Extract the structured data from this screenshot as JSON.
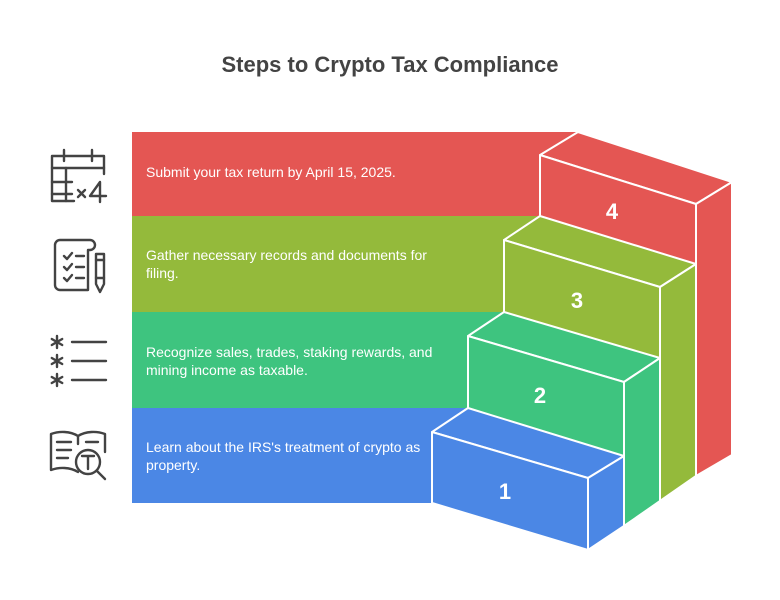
{
  "title": "Steps to Crypto Tax Compliance",
  "colors": {
    "step1": "#4b87e5",
    "step2": "#3ec47f",
    "step3": "#94ba3b",
    "step4": "#e45653",
    "icon": "#434343",
    "title": "#434343"
  },
  "steps": [
    {
      "number": "1",
      "text": "Learn about the IRS's treatment of crypto as property.",
      "icon": "book-search-icon"
    },
    {
      "number": "2",
      "text": "Recognize sales, trades, staking rewards, and mining income as taxable.",
      "icon": "asterisk-list-icon"
    },
    {
      "number": "3",
      "text": "Gather necessary records and documents for filing.",
      "icon": "checklist-document-icon"
    },
    {
      "number": "4",
      "text": "Submit your tax return by April 15, 2025.",
      "icon": "calendar-icon"
    }
  ]
}
